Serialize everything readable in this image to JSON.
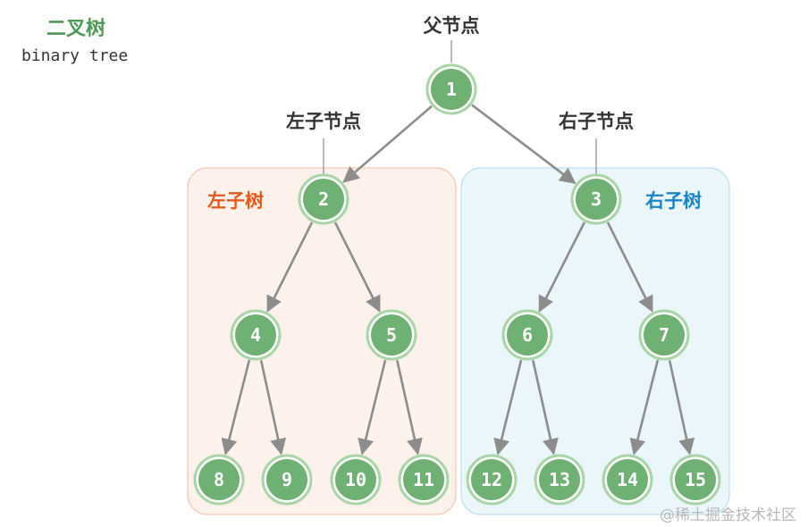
{
  "title": {
    "chinese": "二叉树",
    "english": "binary tree"
  },
  "labels": {
    "parent": "父节点",
    "left_child": "左子节点",
    "right_child": "右子节点",
    "left_subtree": "左子树",
    "right_subtree": "右子树"
  },
  "nodes": [
    "1",
    "2",
    "3",
    "4",
    "5",
    "6",
    "7",
    "8",
    "9",
    "10",
    "11",
    "12",
    "13",
    "14",
    "15"
  ],
  "edges": [
    [
      1,
      2
    ],
    [
      1,
      3
    ],
    [
      2,
      4
    ],
    [
      2,
      5
    ],
    [
      3,
      6
    ],
    [
      3,
      7
    ],
    [
      4,
      8
    ],
    [
      4,
      9
    ],
    [
      5,
      10
    ],
    [
      5,
      11
    ],
    [
      6,
      12
    ],
    [
      6,
      13
    ],
    [
      7,
      14
    ],
    [
      7,
      15
    ]
  ],
  "colors": {
    "node_fill": "#6fb172",
    "node_ring": "#a8d5a6",
    "node_text": "#ffffff",
    "edge": "#8c8c8c",
    "left_subtree_bg": "#fdf1ec",
    "left_subtree_border": "#f2c9b6",
    "left_subtree_label": "#e25a1c",
    "right_subtree_bg": "#ebf6fb",
    "right_subtree_border": "#bcdff0",
    "right_subtree_label": "#1a85c6",
    "title": "#4e9a54"
  },
  "watermark": "@稀土掘金技术社区"
}
